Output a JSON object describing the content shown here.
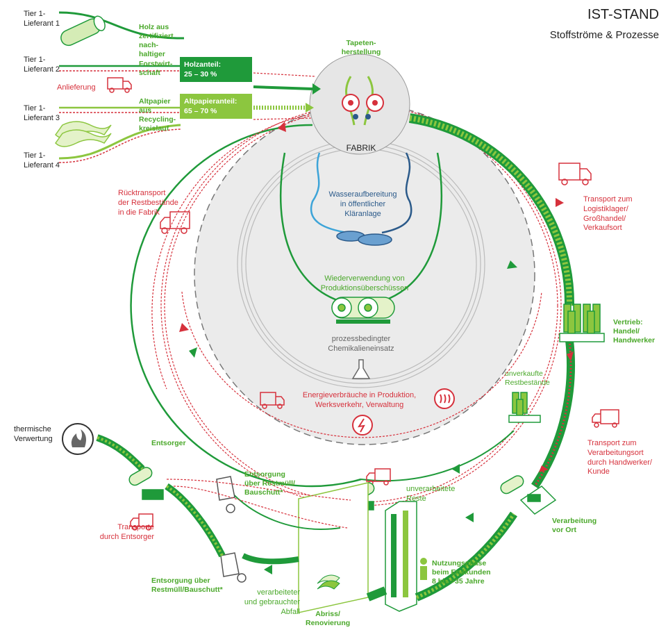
{
  "header": {
    "title": "IST-STAND",
    "subtitle": "Stoffströme & Prozesse"
  },
  "suppliers": [
    "Tier 1-\nLieferant 1",
    "Tier 1-\nLieferant 2",
    "Tier 1-\nLieferant 3",
    "Tier 1-\nLieferant 4"
  ],
  "inputs": {
    "wood_source": "Holz aus\nzertifiziert\nnach-\nhaltiger\nForstwirt-\nschaft",
    "delivery": "Anlieferung",
    "paper_source": "Altpapier\naus\nRecycling-\nkreislauf",
    "wood_share": "Holzanteil:\n25 – 30 %",
    "paper_share": "Altpapieranteil:\n65 – 70 %"
  },
  "factory": {
    "production": "Tapeten-\nherstellung",
    "name": "FABRIK",
    "water": "Wasseraufbereitung\nin öffentlicher\nKläranlage",
    "reuse": "Wiederverwendung von\nProduktionsüberschüssen",
    "chemicals": "prozessbedingter\nChemikalieneinsatz",
    "energy": "Energieverbräuche in Produktion,\nWerksverkehr, Verwaltung"
  },
  "flows": {
    "return_transport": "Rücktransport\nder Restbestände\nin die Fabrik",
    "transport_logistics": "Transport zum\nLogistiklager/\nGroßhandel/\nVerkaufsort",
    "sales": "Vertrieb:\nHandel/\nHandwerker",
    "unsold": "unverkaufte\nRestbestände",
    "transport_processing": "Transport zum\nVerarbeitungsort\ndurch Handwerker/\nKunde",
    "processing": "Verarbeitung\nvor Ort",
    "unprocessed": "unverarbeitete\nReste",
    "use_phase": "Nutzungsphase\nbeim Endkunden\n8 bis >35 Jahre",
    "demolition": "Abriss/\nRenovierung",
    "used_waste": "verarbeiteter\nund gebrauchter\nAbfall",
    "disposal_lower": "Entsorgung über\nRestmüll/Bauschutt*",
    "disposal_upper": "Entsorgung\nüber Restmüll/\nBauschutt*",
    "transport_disposer": "Transporte\ndurch Entsorger",
    "disposer": "Entsorger",
    "thermal": "thermische\nVerwertung"
  },
  "colors": {
    "green_dark": "#1f9a3a",
    "green_light": "#8cc63f",
    "red": "#d6313c",
    "blue": "#2b5a8a",
    "gray_circle": "#e8e8e8"
  }
}
